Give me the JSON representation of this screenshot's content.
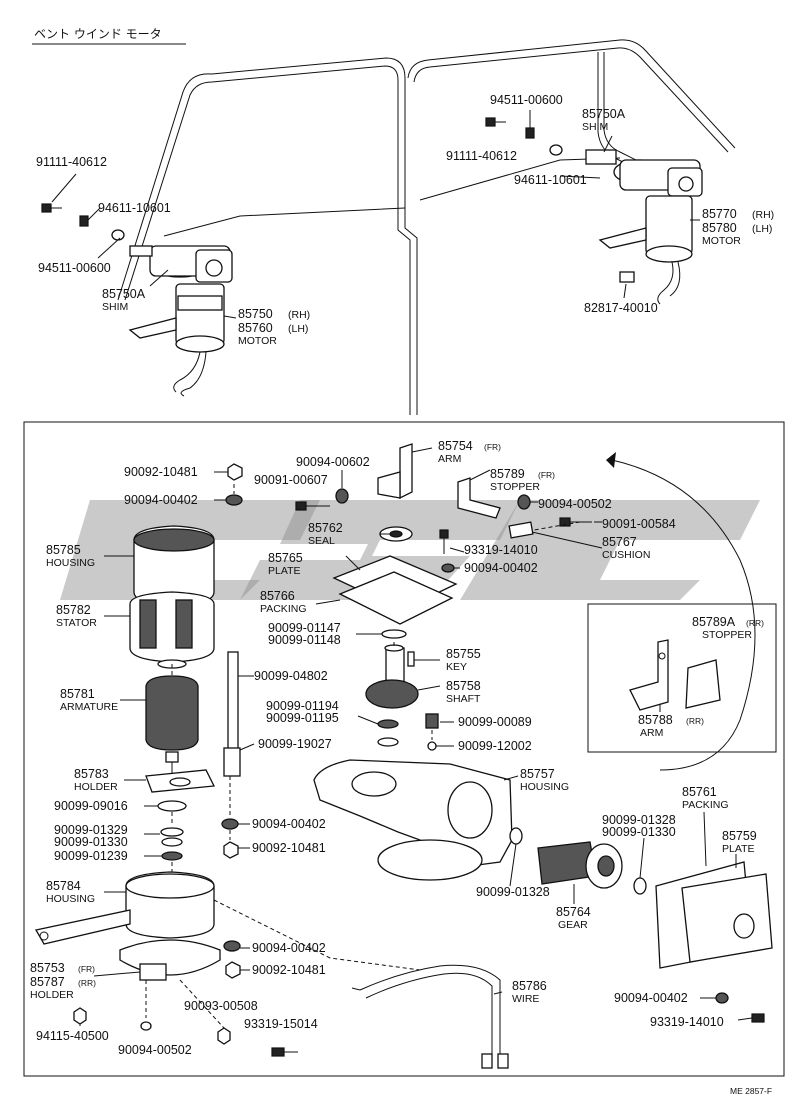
{
  "title": "ベント ウインド モータ",
  "doc_code": "ME 2857-F",
  "upper_left": {
    "l1": "91111-40612",
    "l2": "94611-10601",
    "l3": "94511-00600",
    "l4": "85750A",
    "l5": "SHIM",
    "l6": "85750",
    "l6b": "(RH)",
    "l7": "85760",
    "l7b": "(LH)",
    "l8": "MOTOR"
  },
  "upper_right": {
    "l1": "94511-00600",
    "l2": "85750A",
    "l3": "SHIM",
    "l4": "91111-40612",
    "l5": "94611-10601",
    "l6": "85770",
    "l6b": "(RH)",
    "l7": "85780",
    "l7b": "(LH)",
    "l8": "MOTOR",
    "l9": "82817-40010"
  },
  "detail": {
    "p1": "90092-10481",
    "p2": "90094-00402",
    "p3": "85785",
    "p3n": "HOUSING",
    "p4": "85782",
    "p4n": "STATOR",
    "p5": "85781",
    "p5n": "ARMATURE",
    "p6": "85783",
    "p6n": "HOLDER",
    "p7": "90099-09016",
    "p8": "90099-01329",
    "p9": "90099-01330",
    "p10": "90099-01239",
    "p11": "85784",
    "p11n": "HOUSING",
    "p12": "85753",
    "p12b": "(FR)",
    "p13": "85787",
    "p13b": "(RR)",
    "p13n": "HOLDER",
    "p14": "94115-40500",
    "p15": "90094-00502",
    "p16": "90093-00508",
    "p17": "93319-15014",
    "p18": "90094-00602",
    "p19": "90091-00607",
    "p20": "85754",
    "p20b": "(FR)",
    "p20n": "ARM",
    "p21": "85789",
    "p21b": "(FR)",
    "p21n": "STOPPER",
    "p22": "85762",
    "p22n": "SEAL",
    "p23": "90094-00502",
    "p24": "90091-00584",
    "p25": "93319-14010",
    "p26": "85767",
    "p26n": "CUSHION",
    "p27": "85765",
    "p27n": "PLATE",
    "p28": "90094-00402",
    "p29": "85766",
    "p29n": "PACKING",
    "p30": "90099-01147",
    "p31": "90099-01148",
    "p32": "85755",
    "p32n": "KEY",
    "p33": "85758",
    "p33n": "SHAFT",
    "p34": "90099-04802",
    "p35": "90099-01194",
    "p36": "90099-01195",
    "p37": "90099-00089",
    "p38": "90099-12002",
    "p39": "90099-19027",
    "p40": "85789A",
    "p40b": "(RR)",
    "p40n": "STOPPER",
    "p41": "85788",
    "p41b": "(RR)",
    "p41n": "ARM",
    "p42": "85757",
    "p42n": "HOUSING",
    "p43": "90094-00402",
    "p44": "90092-10481",
    "p45": "85761",
    "p45n": "PACKING",
    "p46": "90099-01328",
    "p47": "90099-01330",
    "p48": "85759",
    "p48n": "PLATE",
    "p49": "90099-01328",
    "p50": "85764",
    "p50n": "GEAR",
    "p51": "90094-00402",
    "p52": "90092-10481",
    "p53": "85786",
    "p53n": "WIRE",
    "p54": "90094-00402",
    "p55": "93319-14010"
  }
}
